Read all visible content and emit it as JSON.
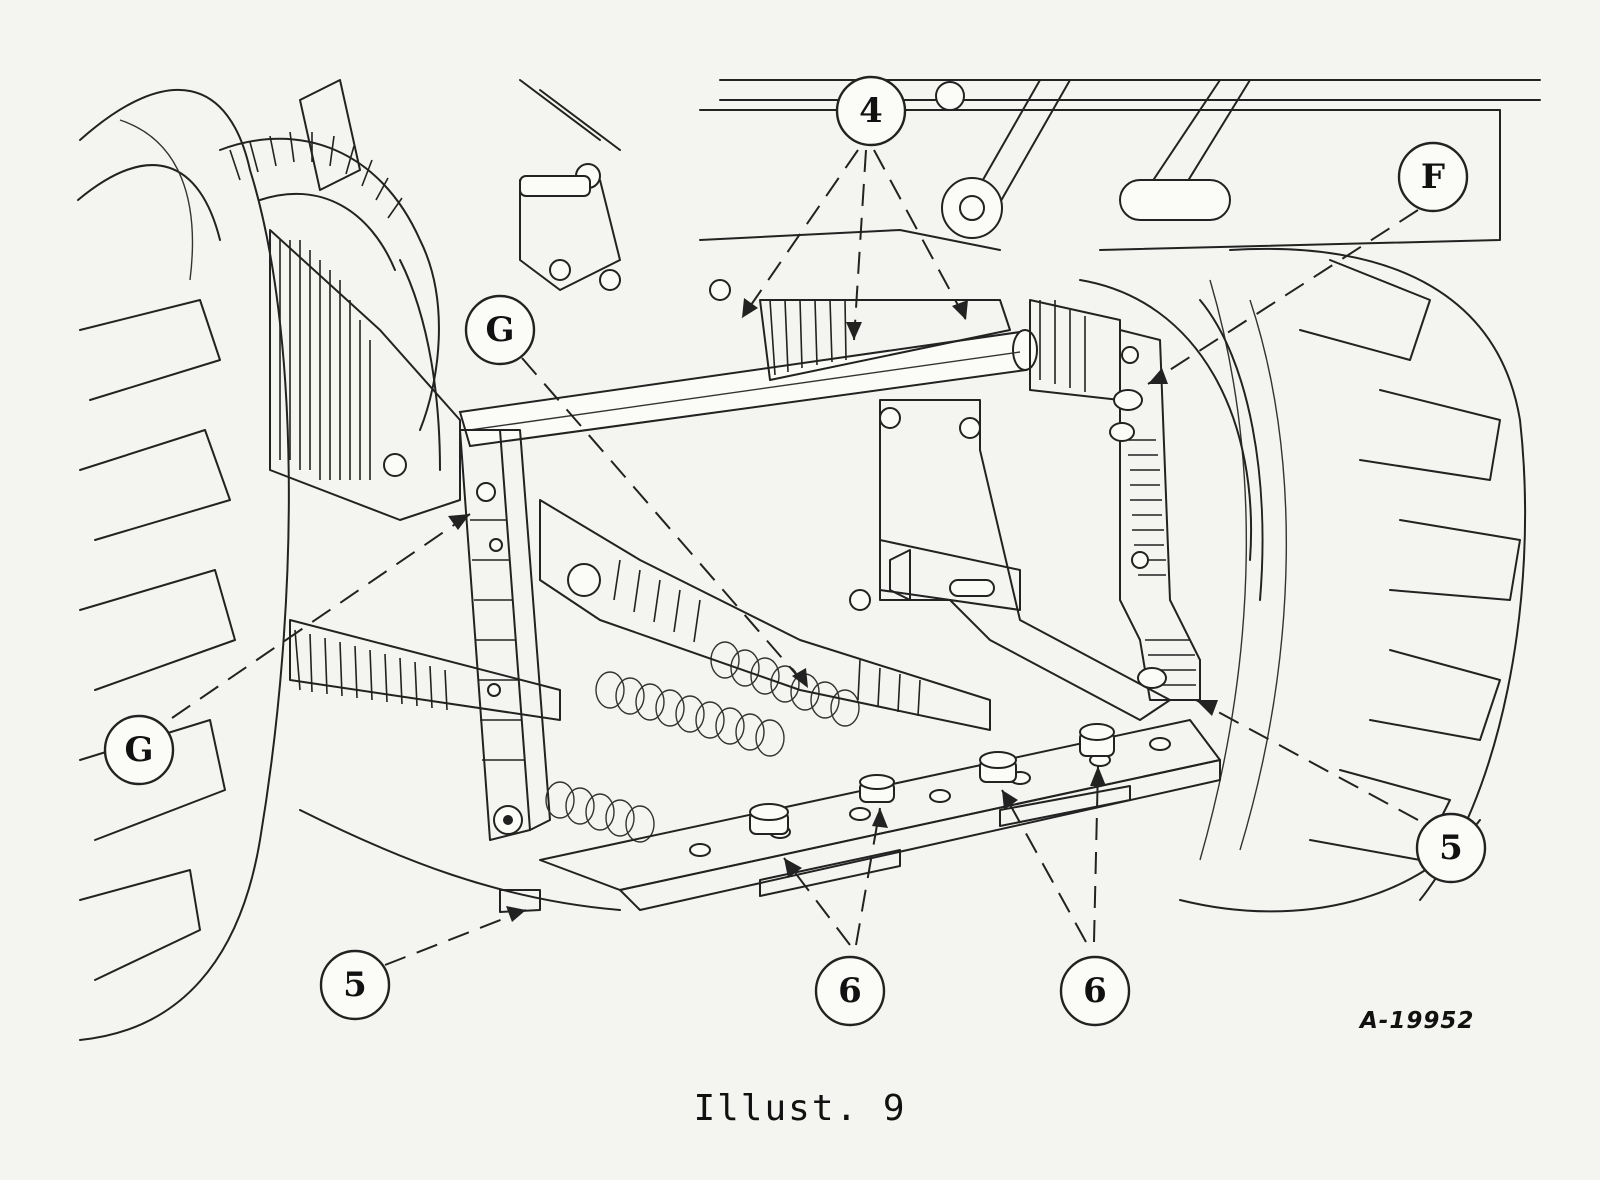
{
  "callouts": [
    {
      "label": "4"
    },
    {
      "label": "F"
    },
    {
      "label": "G"
    },
    {
      "label": "G"
    },
    {
      "label": "5"
    },
    {
      "label": "5"
    },
    {
      "label": "6"
    },
    {
      "label": "6"
    }
  ],
  "figure_id": "A-19952",
  "caption": "Illust. 9"
}
